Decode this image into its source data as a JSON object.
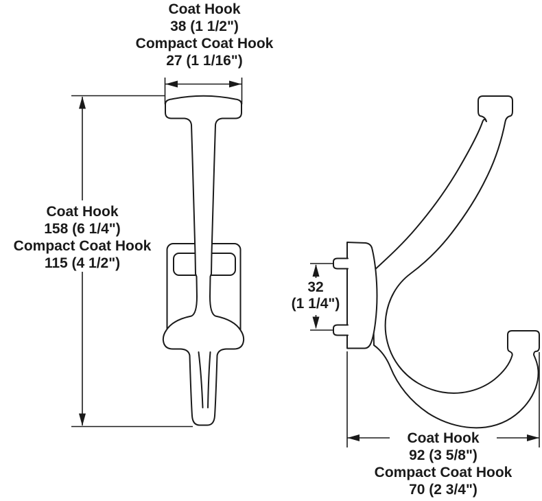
{
  "dimensions": {
    "hook_width": {
      "lines": [
        "Coat Hook",
        "38 (1 1/2\")",
        "Compact Coat Hook",
        "27 (1 1/16\")"
      ]
    },
    "hook_height": {
      "lines": [
        "Coat Hook",
        "158 (6 1/4\")",
        "Compact Coat Hook",
        "115 (4 1/2\")"
      ]
    },
    "screw_spacing": {
      "lines": [
        "32",
        "(1 1/4\")"
      ]
    },
    "hook_depth": {
      "lines": [
        "Coat Hook",
        "92 (3 5/8\")",
        "Compact Coat Hook",
        "70 (2 3/4\")"
      ]
    }
  },
  "colors": {
    "line": "#1a1a1a",
    "text": "#1a1a1a",
    "background": "#ffffff"
  }
}
